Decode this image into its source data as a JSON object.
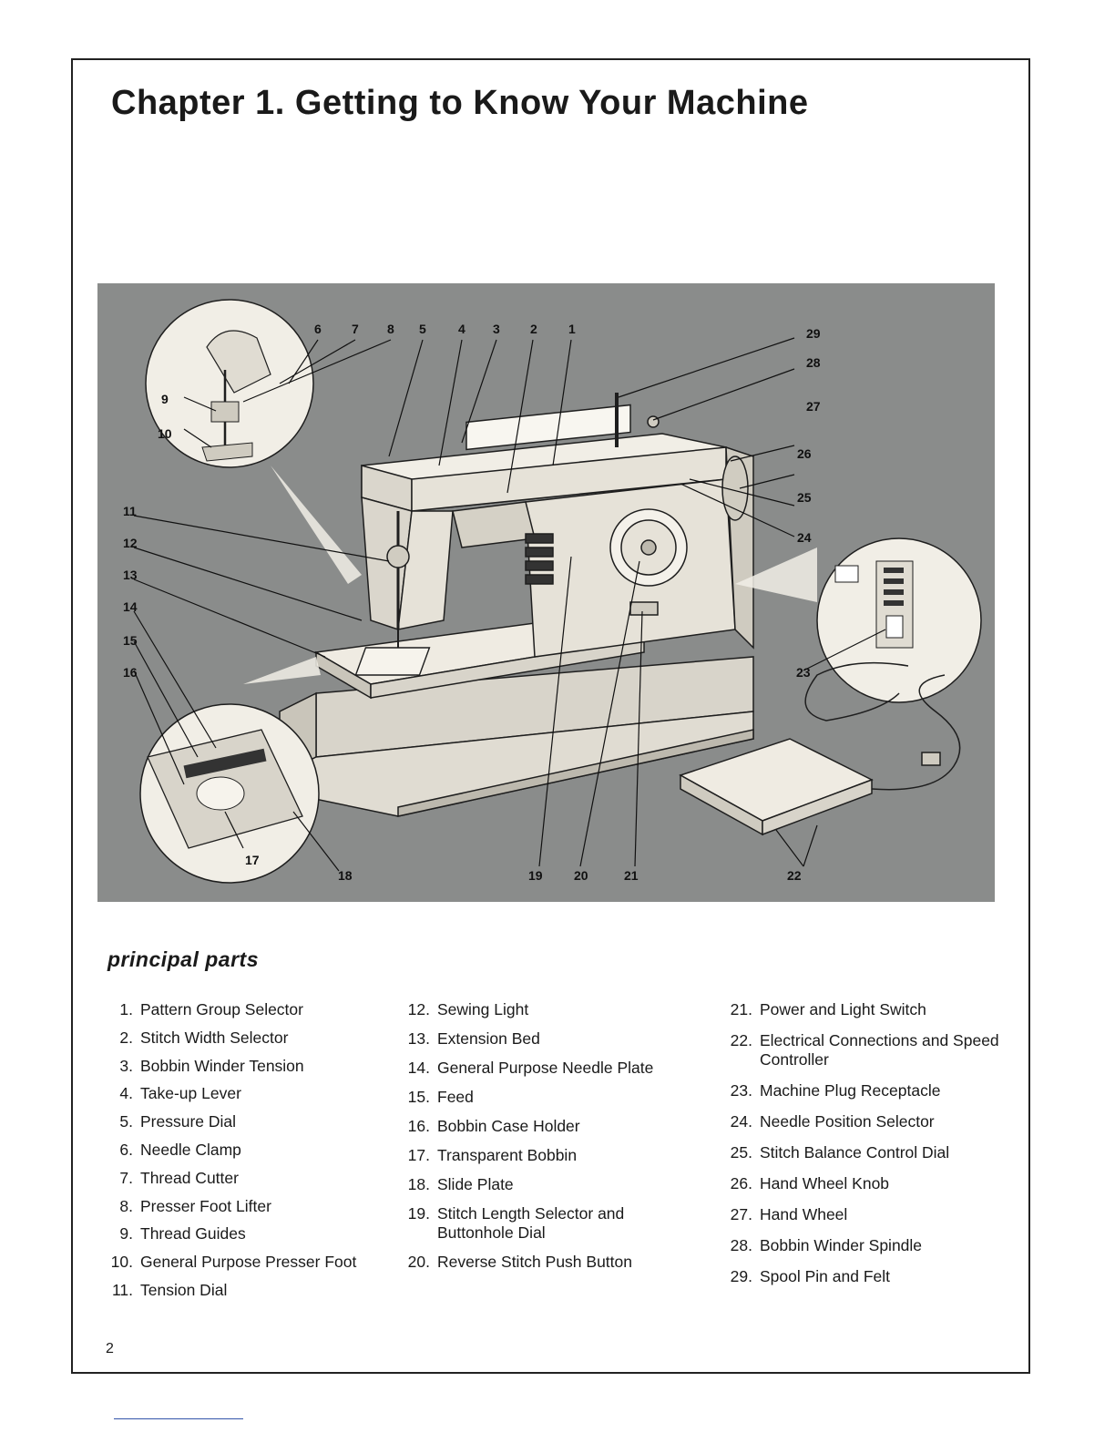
{
  "chapter_title": "Chapter 1. Getting to Know Your Machine",
  "figure": {
    "callouts": [
      "1",
      "2",
      "3",
      "4",
      "5",
      "6",
      "7",
      "8",
      "9",
      "10",
      "11",
      "12",
      "13",
      "14",
      "15",
      "16",
      "17",
      "18",
      "19",
      "20",
      "21",
      "22",
      "23",
      "24",
      "25",
      "26",
      "27",
      "28",
      "29"
    ],
    "colors": {
      "background": "#8a8c8b",
      "machine_body": "#e6e2d8",
      "machine_shadow": "#c9c5ba",
      "inset_fill": "#f1eee6",
      "line": "#1e1e1e"
    }
  },
  "section_heading": "principal parts",
  "parts_columns": [
    [
      {
        "num": "1.",
        "label": "Pattern Group Selector"
      },
      {
        "num": "2.",
        "label": "Stitch Width Selector"
      },
      {
        "num": "3.",
        "label": "Bobbin Winder Tension"
      },
      {
        "num": "4.",
        "label": "Take-up Lever"
      },
      {
        "num": "5.",
        "label": "Pressure Dial"
      },
      {
        "num": "6.",
        "label": "Needle Clamp"
      },
      {
        "num": "7.",
        "label": "Thread Cutter"
      },
      {
        "num": "8.",
        "label": "Presser Foot Lifter"
      },
      {
        "num": "9.",
        "label": "Thread Guides"
      },
      {
        "num": "10.",
        "label": "General Purpose Presser Foot"
      },
      {
        "num": "11.",
        "label": "Tension Dial"
      }
    ],
    [
      {
        "num": "12.",
        "label": "Sewing Light"
      },
      {
        "num": "13.",
        "label": "Extension Bed"
      },
      {
        "num": "14.",
        "label": "General Purpose Needle Plate"
      },
      {
        "num": "15.",
        "label": "Feed"
      },
      {
        "num": "16.",
        "label": "Bobbin Case Holder"
      },
      {
        "num": "17.",
        "label": "Transparent Bobbin"
      },
      {
        "num": "18.",
        "label": "Slide Plate"
      },
      {
        "num": "19.",
        "label": "Stitch Length Selector and Buttonhole Dial"
      },
      {
        "num": "20.",
        "label": "Reverse Stitch Push Button"
      }
    ],
    [
      {
        "num": "21.",
        "label": "Power and Light Switch"
      },
      {
        "num": "22.",
        "label": "Electrical Connections and Speed Controller"
      },
      {
        "num": "23.",
        "label": "Machine Plug Receptacle"
      },
      {
        "num": "24.",
        "label": "Needle Position Selector"
      },
      {
        "num": "25.",
        "label": "Stitch Balance Control Dial"
      },
      {
        "num": "26.",
        "label": "Hand Wheel Knob"
      },
      {
        "num": "27.",
        "label": "Hand Wheel"
      },
      {
        "num": "28.",
        "label": "Bobbin Winder Spindle"
      },
      {
        "num": "29.",
        "label": "Spool Pin and Felt"
      }
    ]
  ],
  "page_number": "2"
}
